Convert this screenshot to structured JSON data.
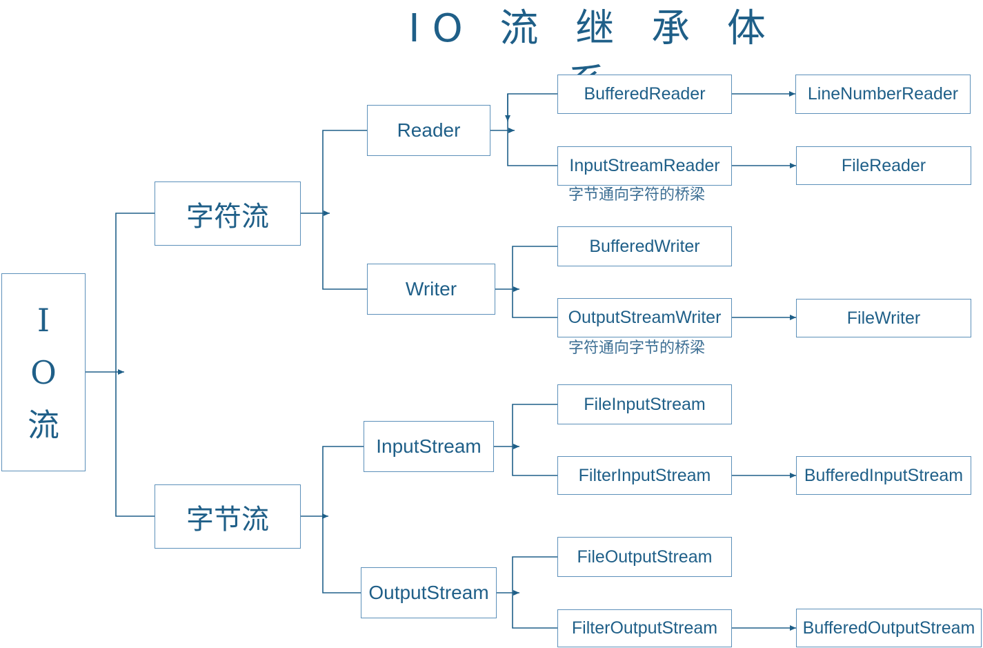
{
  "title": "IO 流 继 承 体 系",
  "root": {
    "line1": "I",
    "line2": "O",
    "line3": "流"
  },
  "char_stream": "字符流",
  "byte_stream": "字节流",
  "reader": "Reader",
  "writer": "Writer",
  "input_stream": "InputStream",
  "output_stream": "OutputStream",
  "buffered_reader": "BufferedReader",
  "line_number_reader": "LineNumberReader",
  "input_stream_reader": "InputStreamReader",
  "input_stream_reader_note": "字节通向字符的桥梁",
  "file_reader": "FileReader",
  "buffered_writer": "BufferedWriter",
  "output_stream_writer": "OutputStreamWriter",
  "output_stream_writer_note": "字符通向字节的桥梁",
  "file_writer": "FileWriter",
  "file_input_stream": "FileInputStream",
  "filter_input_stream": "FilterInputStream",
  "buffered_input_stream": "BufferedInputStream",
  "file_output_stream": "FileOutputStream",
  "filter_output_stream": "FilterOutputStream",
  "buffered_output_stream": "BufferedOutputStream"
}
